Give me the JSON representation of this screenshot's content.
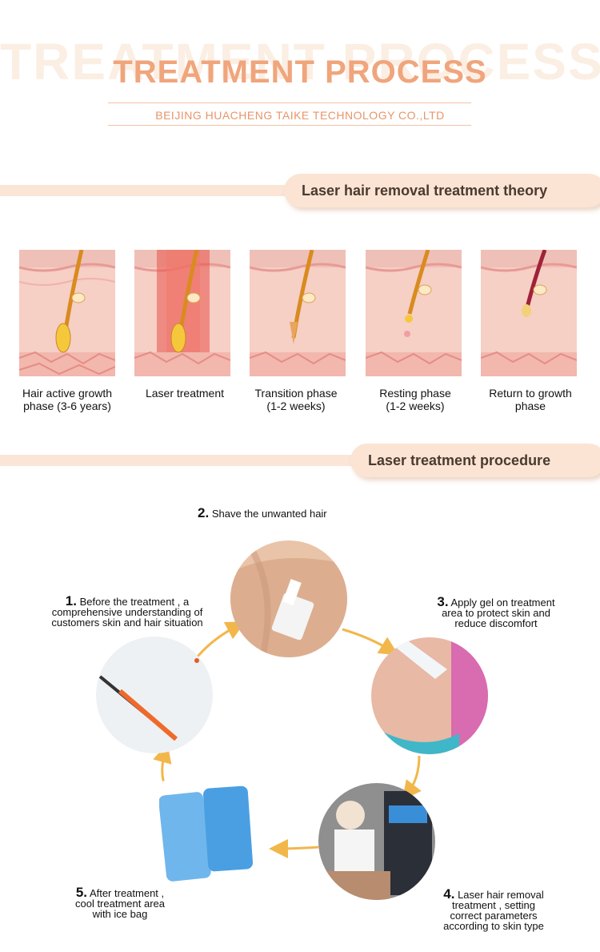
{
  "header": {
    "ghost_text": "TREATMENT PROCESS",
    "title": "TREATMENT PROCESS",
    "company": "BEIJING HUACHENG TAIKE TECHNOLOGY CO.,LTD"
  },
  "theory_section": {
    "heading": "Laser hair removal treatment theory",
    "phases": [
      {
        "line1": "Hair active growth",
        "line2": "phase (3-6 years)"
      },
      {
        "line1": "Laser treatment",
        "line2": ""
      },
      {
        "line1": "Transition phase",
        "line2": "(1-2 weeks)"
      },
      {
        "line1": "Resting phase",
        "line2": "(1-2 weeks)"
      },
      {
        "line1": "Return to growth",
        "line2": "phase"
      }
    ]
  },
  "procedure_section": {
    "heading": "Laser treatment procedure",
    "steps": [
      {
        "num": "1.",
        "lines": [
          "Before the treatment , a",
          "comprehensive understanding of",
          "customers skin and hair situation"
        ]
      },
      {
        "num": "2.",
        "lines": [
          "Shave the unwanted hair"
        ]
      },
      {
        "num": "3.",
        "lines": [
          "Apply gel on treatment",
          "area to protect skin and",
          "reduce discomfort"
        ]
      },
      {
        "num": "4.",
        "lines": [
          "Laser hair removal",
          "treatment , setting",
          "correct parameters",
          "according to skin type"
        ]
      },
      {
        "num": "5.",
        "lines": [
          "After treatment ,",
          "cool treatment area",
          "with ice bag"
        ]
      }
    ]
  },
  "colors": {
    "accent": "#f0a57c",
    "pill_bg": "#fbe4d3",
    "arrow": "#f2b74a"
  }
}
